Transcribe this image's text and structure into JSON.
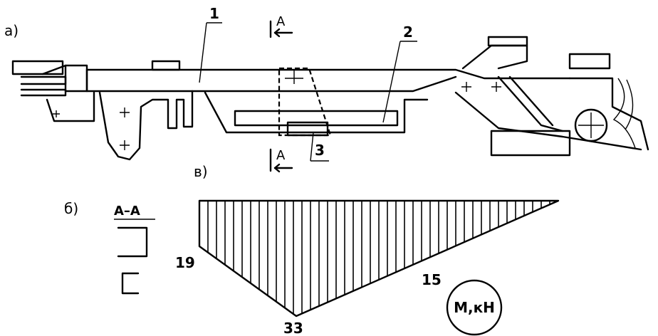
{
  "panels": {
    "a": "a)",
    "b": "б)",
    "c": "в)"
  },
  "parts": {
    "p1": "1",
    "p2": "2",
    "p3": "3"
  },
  "section": {
    "mark": "A",
    "title": "A–A"
  },
  "moment_diagram": {
    "left_value": "19",
    "bottom_value": "33",
    "right_value": "15",
    "unit": "M,кН"
  }
}
